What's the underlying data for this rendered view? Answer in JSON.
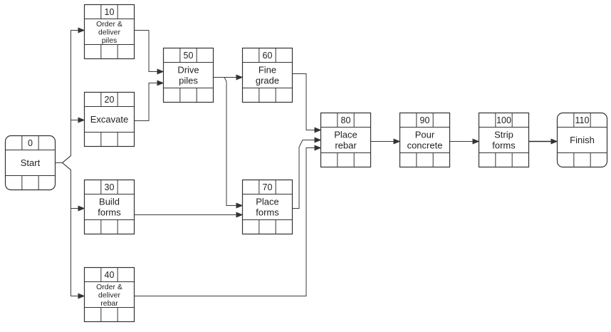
{
  "activities": [
    {
      "id": "0",
      "label": [
        "Start"
      ],
      "shape": "rounded",
      "label_size": "large"
    },
    {
      "id": "10",
      "label": [
        "Order &",
        "deliver",
        "piles"
      ],
      "shape": "square",
      "label_size": "small"
    },
    {
      "id": "20",
      "label": [
        "Excavate"
      ],
      "shape": "square",
      "label_size": "large"
    },
    {
      "id": "30",
      "label": [
        "Build",
        "forms"
      ],
      "shape": "square",
      "label_size": "large"
    },
    {
      "id": "40",
      "label": [
        "Order &",
        "deliver",
        "rebar"
      ],
      "shape": "square",
      "label_size": "small"
    },
    {
      "id": "50",
      "label": [
        "Drive",
        "piles"
      ],
      "shape": "square",
      "label_size": "large"
    },
    {
      "id": "60",
      "label": [
        "Fine",
        "grade"
      ],
      "shape": "square",
      "label_size": "large"
    },
    {
      "id": "70",
      "label": [
        "Place",
        "forms"
      ],
      "shape": "square",
      "label_size": "large"
    },
    {
      "id": "80",
      "label": [
        "Place",
        "rebar"
      ],
      "shape": "square",
      "label_size": "large"
    },
    {
      "id": "90",
      "label": [
        "Pour",
        "concrete"
      ],
      "shape": "square",
      "label_size": "large"
    },
    {
      "id": "100",
      "label": [
        "Strip",
        "forms"
      ],
      "shape": "square",
      "label_size": "large"
    },
    {
      "id": "110",
      "label": [
        "Finish"
      ],
      "shape": "rounded",
      "label_size": "large"
    }
  ],
  "dependencies": [
    {
      "from": "0",
      "to": "10"
    },
    {
      "from": "0",
      "to": "20"
    },
    {
      "from": "0",
      "to": "30"
    },
    {
      "from": "0",
      "to": "40"
    },
    {
      "from": "10",
      "to": "50"
    },
    {
      "from": "20",
      "to": "50"
    },
    {
      "from": "50",
      "to": "60"
    },
    {
      "from": "50",
      "to": "70"
    },
    {
      "from": "30",
      "to": "70"
    },
    {
      "from": "60",
      "to": "80"
    },
    {
      "from": "70",
      "to": "80"
    },
    {
      "from": "40",
      "to": "80"
    },
    {
      "from": "80",
      "to": "90"
    },
    {
      "from": "90",
      "to": "100"
    },
    {
      "from": "100",
      "to": "110",
      "emphasis": "heavy"
    }
  ],
  "colors": {
    "line": "#333333",
    "text": "#222222",
    "background": "#ffffff"
  }
}
